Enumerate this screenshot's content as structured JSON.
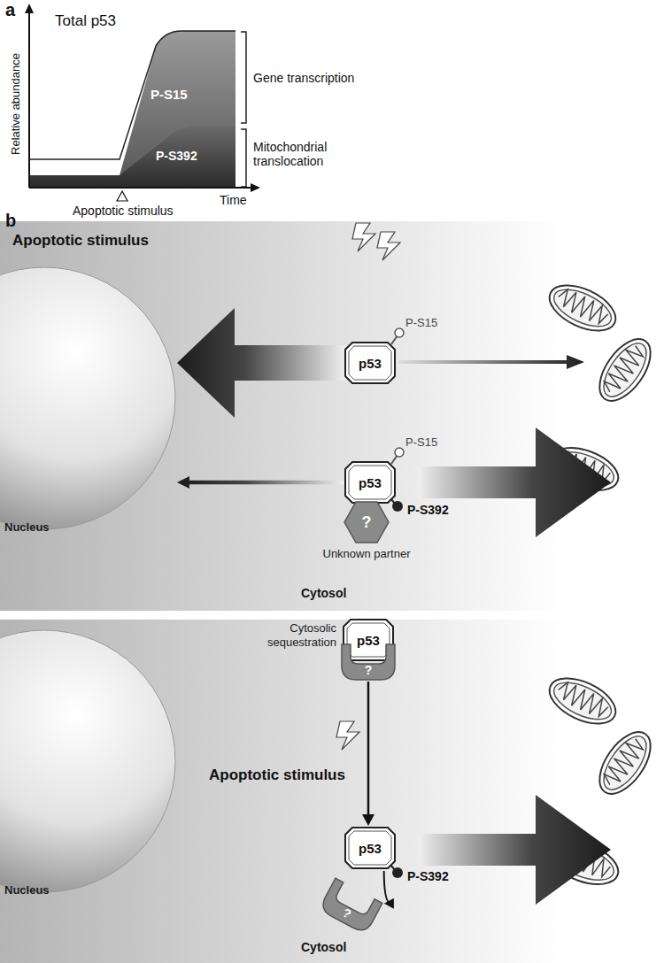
{
  "diagram": {
    "nodes": [
      {
        "text": [
          "Nucleus"
        ]
      },
      {
        "text": [
          "p53"
        ]
      },
      {
        "text": [
          "p53"
        ]
      },
      {
        "text": [
          "?",
          "Unknown partner"
        ]
      },
      {
        "text": [
          "Nucleus"
        ]
      },
      {
        "text": [
          "p53"
        ]
      },
      {
        "text": [
          "?",
          "Cytosolic sequestration"
        ]
      },
      {
        "text": [
          "p53"
        ]
      },
      {
        "text": [
          "?"
        ]
      }
    ],
    "edges": [
      {
        "from": 1,
        "to": 0,
        "arrow": "to"
      },
      {
        "from": 2,
        "to": 0,
        "arrow": "to"
      },
      {
        "from": 6,
        "to": 7,
        "arrow": "to"
      },
      {
        "from": 7,
        "to": 8,
        "arrow": "to"
      }
    ],
    "labels": [
      "a",
      "Total p53",
      "Relative abundance",
      "Time",
      "Apoptotic stimulus",
      "P-S15",
      "P-S392",
      "Gene transcription",
      "Mitochondrial translocation",
      "b",
      "Apoptotic stimulus",
      "P-S15",
      "P-S15",
      "P-S392",
      "Cytosol",
      "Apoptotic stimulus",
      "P-S392",
      "Cytosol"
    ]
  }
}
